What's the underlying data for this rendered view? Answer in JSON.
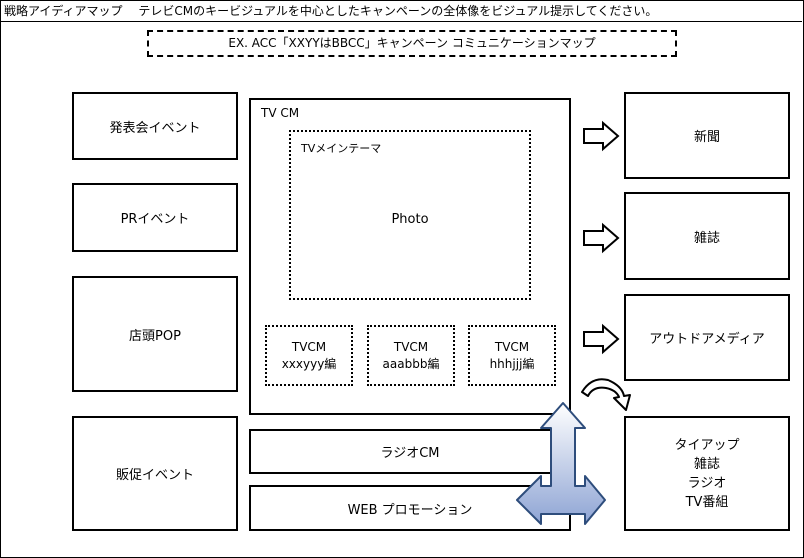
{
  "header": {
    "title": "戦略アイディアマップ　 テレビCMのキービジュアルを中心としたキャンペーンの全体像をビジュアル提示してください。"
  },
  "subtitle": "EX.  ACC「XXYYはBBCC」キャンペーン  コミュニケーションマップ",
  "left_column": [
    "発表会イベント",
    "PRイベント",
    "店頭POP",
    "販促イベント"
  ],
  "tv_cm": {
    "label": "TV CM",
    "main_theme": {
      "label": "TVメインテーマ",
      "photo": "Photo"
    },
    "episodes": [
      {
        "line1": "TVCM",
        "line2": "xxxyyy編"
      },
      {
        "line1": "TVCM",
        "line2": "aaabbb編"
      },
      {
        "line1": "TVCM",
        "line2": "hhhjjj編"
      }
    ]
  },
  "bottom_center": {
    "radio": "ラジオCM",
    "web": "WEB  プロモーション"
  },
  "right_column": {
    "newspaper": "新聞",
    "magazine": "雑誌",
    "outdoor": "アウトドアメディア",
    "tieup": [
      "タイアップ",
      "雑誌",
      "ラジオ",
      "TV番組"
    ]
  },
  "colors": {
    "arrow_fill_top": "#ffffff",
    "arrow_fill_bottom": "#8ea4d4",
    "arrow_stroke": "#2e4d7c"
  }
}
